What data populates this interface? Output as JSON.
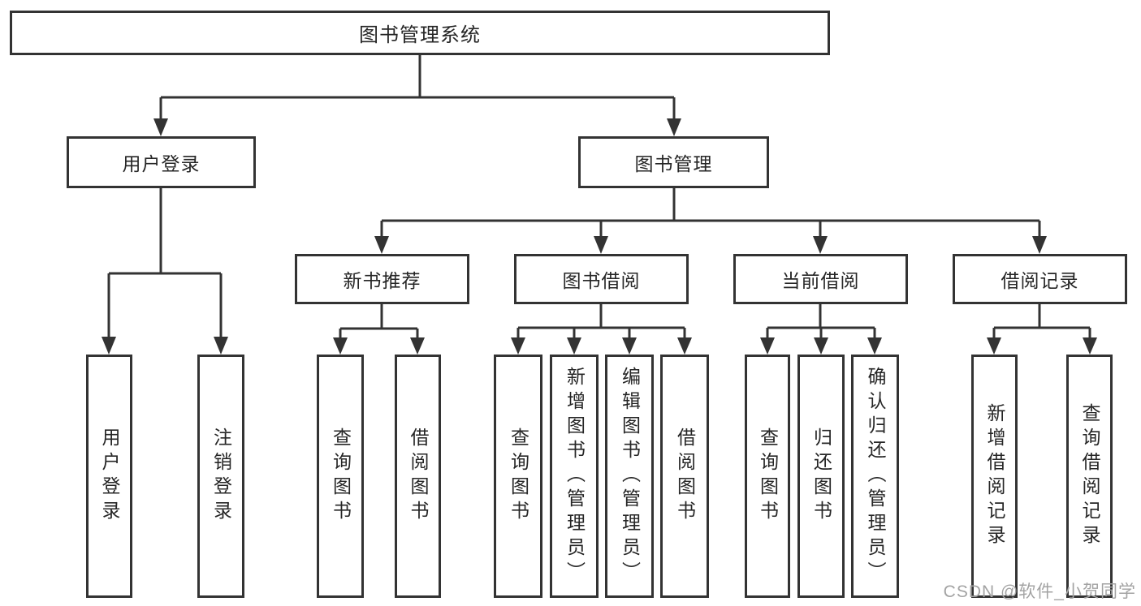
{
  "diagram": {
    "root": "图书管理系统",
    "login": {
      "label": "用户登录",
      "children": [
        "用户登录",
        "注销登录"
      ]
    },
    "manage": {
      "label": "图书管理",
      "groups": [
        {
          "label": "新书推荐",
          "children": [
            "查询图书",
            "借阅图书"
          ]
        },
        {
          "label": "图书借阅",
          "children": [
            "查询图书",
            "新增图书（管理员）",
            "编辑图书（管理员）",
            "借阅图书"
          ]
        },
        {
          "label": "当前借阅",
          "children": [
            "查询图书",
            "归还图书",
            "确认归还（管理员）"
          ]
        },
        {
          "label": "借阅记录",
          "children": [
            "新增借阅记录",
            "查询借阅记录"
          ]
        }
      ]
    }
  },
  "watermark": "CSDN @软件_小贺同学",
  "colors": {
    "line": "#333333",
    "text": "#262626",
    "watermark": "#a3a3a3",
    "background": "#ffffff"
  }
}
